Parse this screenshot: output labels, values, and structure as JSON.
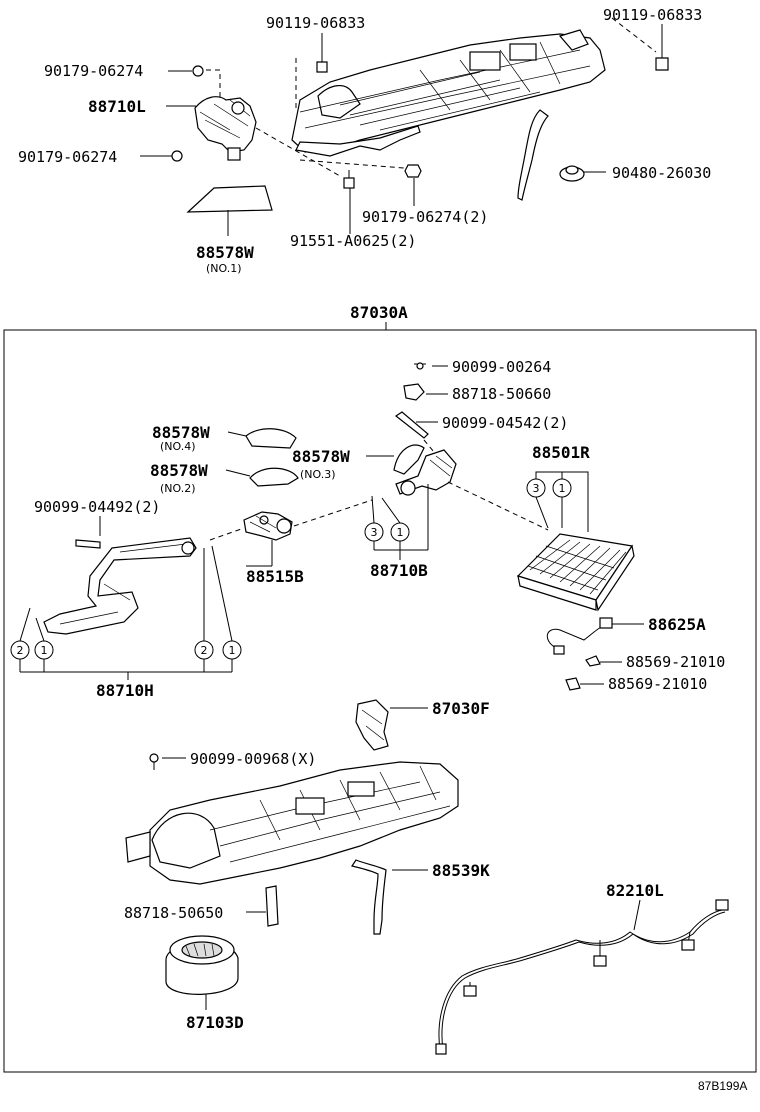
{
  "top_parts": {
    "bolt_left": "90119-06833",
    "bolt_right": "90119-06833",
    "nut_upper_left": "90179-06274",
    "damper_l": "88710L",
    "nut_lower_left": "90179-06274",
    "grommet": "90480-26030",
    "nut_bottom": "90179-06274(2)",
    "screw_bottom": "91551-A0625(2)",
    "seal_no1": "88578W",
    "seal_no1_sub": "(NO.1)"
  },
  "assembly": {
    "label": "87030A",
    "screw_top": "90099-00264",
    "clip_top": "88718-50660",
    "screw_mid": "90099-04542(2)",
    "seal_no4": "88578W",
    "seal_no4_sub": "(NO.4)",
    "seal_no2": "88578W",
    "seal_no2_sub": "(NO.2)",
    "seal_no3": "88578W",
    "seal_no3_sub": "(NO.3)",
    "evaporator": "88501R",
    "screw_left": "90099-04492(2)",
    "servo": "88515B",
    "damper_b": "88710B",
    "damper_h": "88710H",
    "thermistor": "88625A",
    "clamp_1": "88569-21010",
    "clamp_2": "88569-21010",
    "bracket": "87030F",
    "screw_x": "90099-00968(X)",
    "hose": "88539K",
    "clip_bottom": "88718-50650",
    "harness": "82210L",
    "blower": "87103D",
    "circle_1": "1",
    "circle_2": "2",
    "circle_3": "3"
  },
  "figure_id": "87B199A"
}
